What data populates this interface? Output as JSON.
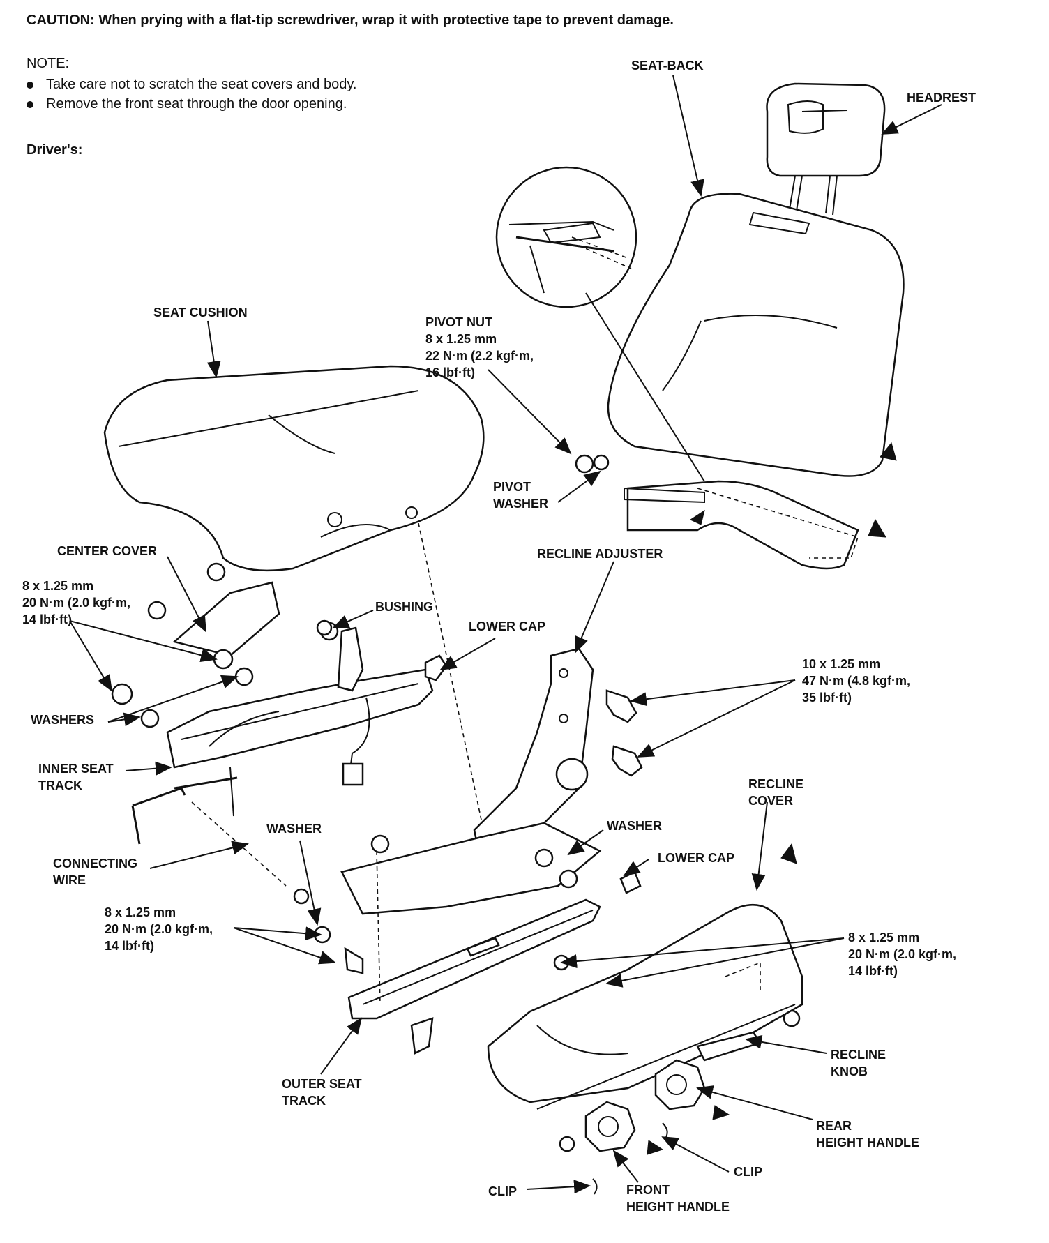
{
  "header": {
    "caution": "CAUTION:  When prying with a flat-tip screwdriver, wrap it with protective tape to prevent damage.",
    "note_title": "NOTE:",
    "notes": [
      "Take care not to scratch the seat covers and body.",
      "Remove the front seat through the door opening."
    ],
    "subtitle": "Driver's:"
  },
  "labels": {
    "seat_back": "SEAT-BACK",
    "headrest": "HEADREST",
    "seat_cushion": "SEAT CUSHION",
    "pivot_nut": "PIVOT NUT\n8 x 1.25 mm\n22 N·m (2.2 kgf·m,\n16 lbf·ft)",
    "pivot_washer": "PIVOT\nWASHER",
    "center_cover": "CENTER COVER",
    "bolt_spec_left": "8 x 1.25 mm\n20 N·m (2.0 kgf·m,\n14 lbf·ft)",
    "bushing": "BUSHING",
    "lower_cap_top": "LOWER CAP",
    "recline_adjuster": "RECLINE ADJUSTER",
    "bolt_spec_right_top": "10 x 1.25 mm\n47 N·m (4.8 kgf·m,\n35 lbf·ft)",
    "washers": "WASHERS",
    "inner_seat_track": "INNER SEAT\nTRACK",
    "recline_cover": "RECLINE\nCOVER",
    "washer_left": "WASHER",
    "washer_right": "WASHER",
    "connecting_wire": "CONNECTING\nWIRE",
    "lower_cap_bottom": "LOWER CAP",
    "bolt_spec_bottom_left": "8 x 1.25 mm\n20 N·m (2.0 kgf·m,\n14 lbf·ft)",
    "bolt_spec_bottom_right": "8 x 1.25 mm\n20 N·m (2.0 kgf·m,\n14 lbf·ft)",
    "recline_knob": "RECLINE\nKNOB",
    "outer_seat_track": "OUTER SEAT\nTRACK",
    "rear_height_handle": "REAR\nHEIGHT HANDLE",
    "clip_right": "CLIP",
    "clip_left": "CLIP",
    "front_height_handle": "FRONT\nHEIGHT HANDLE"
  }
}
